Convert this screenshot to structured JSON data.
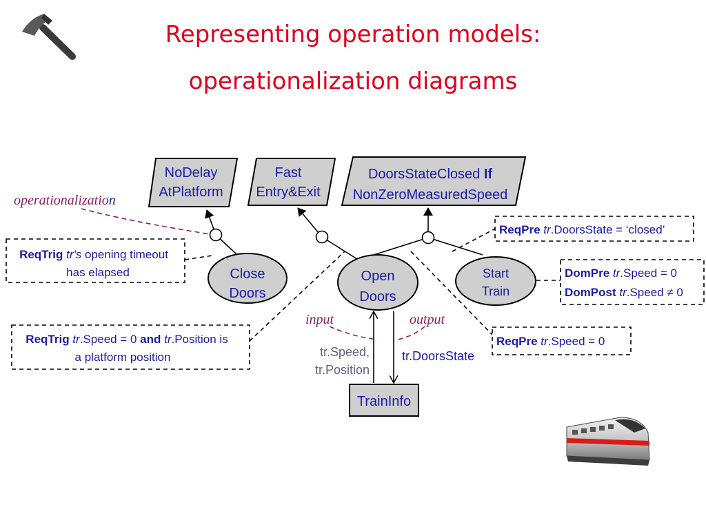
{
  "title": {
    "line1": "Representing operation models:",
    "line2": "operationalization diagrams"
  },
  "icons": {
    "hammer": "hammer-icon",
    "train": "train-icon"
  },
  "colors": {
    "title": "#e0001b",
    "blue": "#1a1aa8",
    "purple": "#8b1e5b",
    "grey": "#606080",
    "node_fill": "#cfcfcf"
  },
  "goals": {
    "nodelay": {
      "line1": "NoDelay",
      "line2": "AtPlatform"
    },
    "fast": {
      "line1": "Fast",
      "line2": "Entry&Exit"
    },
    "doors": {
      "line1_a": "DoorsStateClosed ",
      "line1_b": "If",
      "line2": "NonZeroMeasuredSpeed"
    }
  },
  "operations": {
    "close": {
      "line1": "Close",
      "line2": "Doors"
    },
    "open": {
      "line1": "Open",
      "line2": "Doors"
    },
    "start": {
      "line1": "Start",
      "line2": "Train"
    }
  },
  "entity": {
    "label": "TrainInfo"
  },
  "annotations": {
    "operationalization": {
      "a": "operationalizatio",
      "b": "n"
    },
    "input": "input",
    "output": "output",
    "input_vars": {
      "line1": "tr.Speed,",
      "line2": "tr.Position"
    },
    "output_vars": "tr.DoorsState"
  },
  "boxes": {
    "reqtrig_close": {
      "kw": "ReqTrig",
      "var": "tr's",
      "rest": " opening timeout",
      "line2": "has elapsed"
    },
    "reqtrig_open": {
      "kw": "ReqTrig",
      "var": "tr",
      "rest1": ".Speed = 0 ",
      "and": "and",
      "var2": " tr",
      "rest2": ".Position is",
      "line2": "a platform position"
    },
    "reqpre_doors": {
      "kw": "ReqPre",
      "var": " tr",
      "rest": ".DoorsState = ‘closed’"
    },
    "dom_start": {
      "kw1": "DomPre",
      "var1": " tr",
      "rest1": ".Speed = 0",
      "kw2": "DomPost",
      "var2": " tr",
      "rest2": ".Speed ≠ 0"
    },
    "reqpre_speed": {
      "kw": "ReqPre",
      "var": " tr",
      "rest": ".Speed = 0"
    }
  }
}
